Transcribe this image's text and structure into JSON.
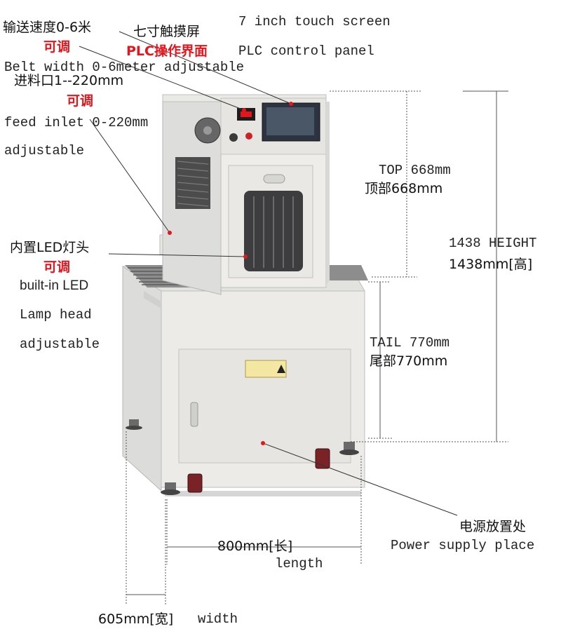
{
  "labels": {
    "speed_cn": "输送速度0-6米",
    "speed_adj_cn": "可调",
    "speed_en": "Belt width 0-6meter adjustable",
    "screen_cn": "七寸触摸屏",
    "plc_cn": "PLC操作界面",
    "screen_en": "7 inch touch screen",
    "plc_en": "PLC control panel",
    "inlet_cn": "进料口1--220mm",
    "inlet_adj_cn": "可调",
    "inlet_en1": "feed inlet 0-220mm",
    "inlet_en2": "adjustable",
    "top_en": "TOP 668mm",
    "top_cn": "顶部668mm",
    "height_en": "1438 HEIGHT",
    "height_cn": "1438mm[高]",
    "led_cn": "内置LED灯头",
    "led_adj_cn": "可调",
    "led_en1": "built-in LED",
    "led_en2": "Lamp head",
    "led_en3": "adjustable",
    "tail_en": "TAIL 770mm",
    "tail_cn": "尾部770mm",
    "power_cn": "电源放置处",
    "power_en": "Power supply place",
    "length_cn": "800mm[长]",
    "length_en": "length",
    "width_cn": "605mm[宽]",
    "width_en": "width"
  },
  "colors": {
    "highlight": "#e8141c",
    "machine_body": "#ececea",
    "touch_screen": "#2b3440"
  }
}
